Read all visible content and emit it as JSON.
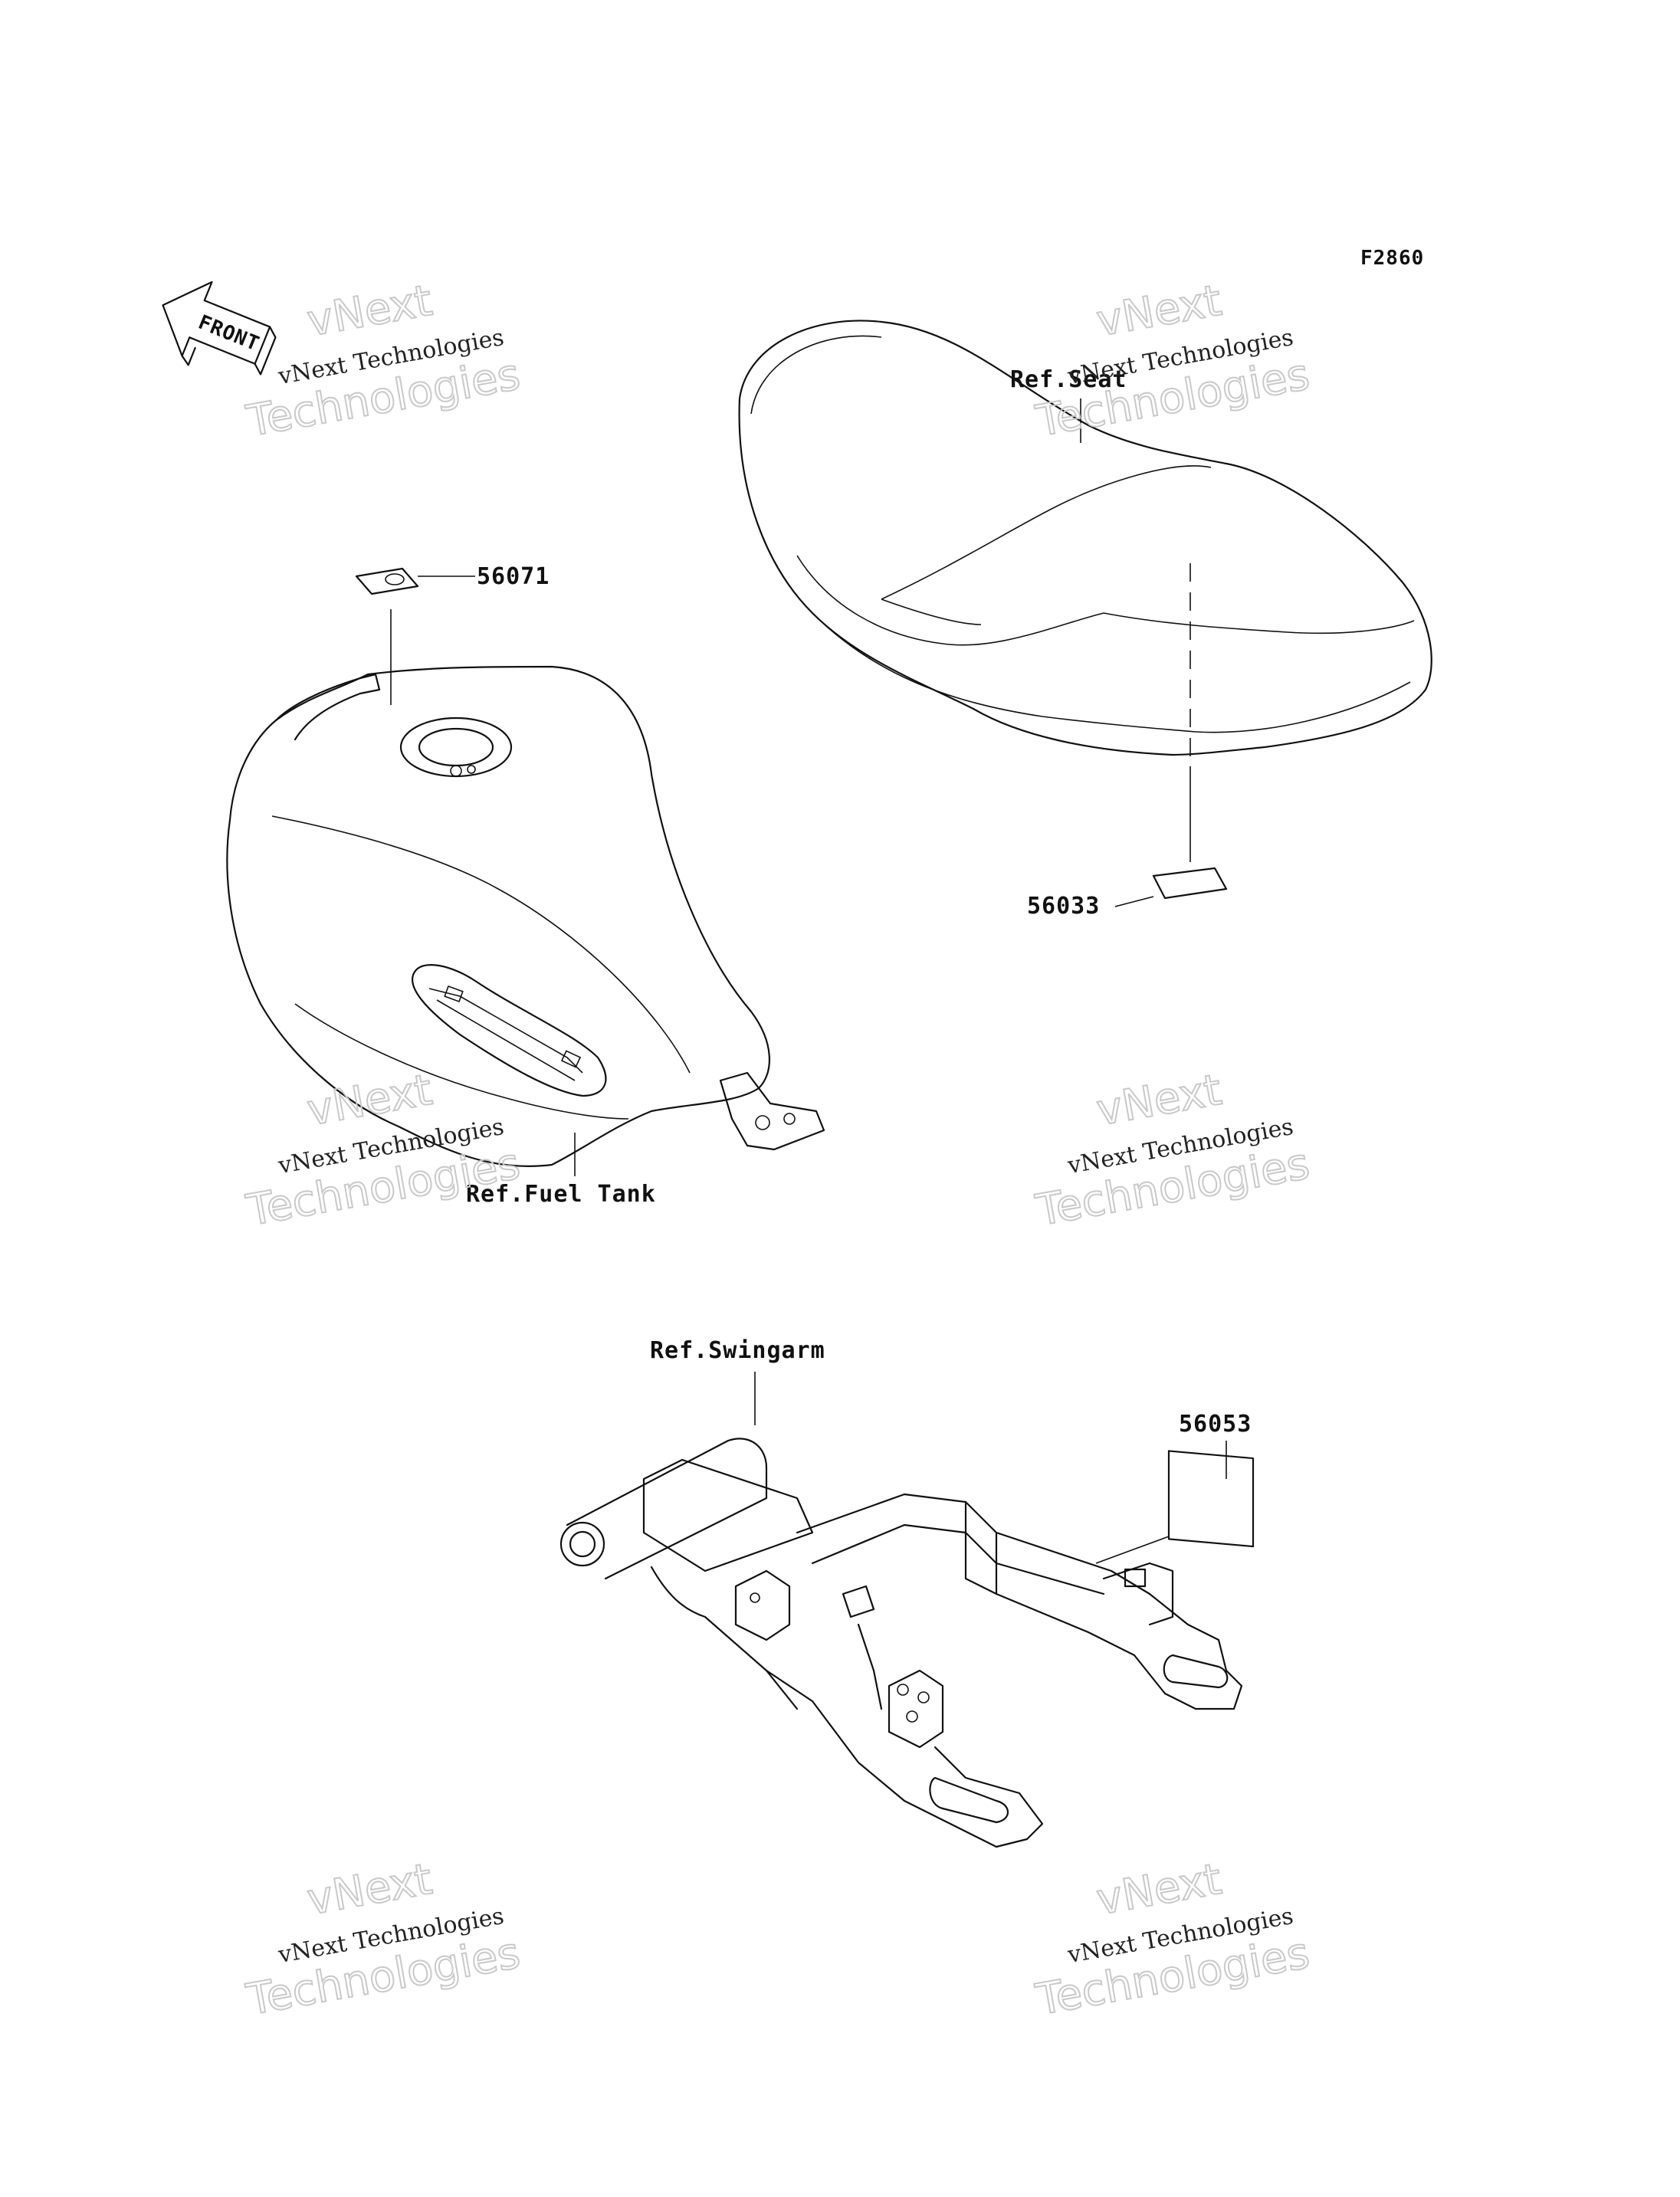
{
  "diagram_id": "F2860",
  "front_arrow": "FRONT",
  "callouts": {
    "ref_seat": "Ref.Seat",
    "part_56071": "56071",
    "part_56033": "56033",
    "ref_fuel_tank": "Ref.Fuel Tank",
    "ref_swingarm": "Ref.Swingarm",
    "part_56053": "56053"
  },
  "watermark": {
    "line1": "vNext Technologies",
    "line2": "Technologies",
    "line3": "vNext"
  }
}
